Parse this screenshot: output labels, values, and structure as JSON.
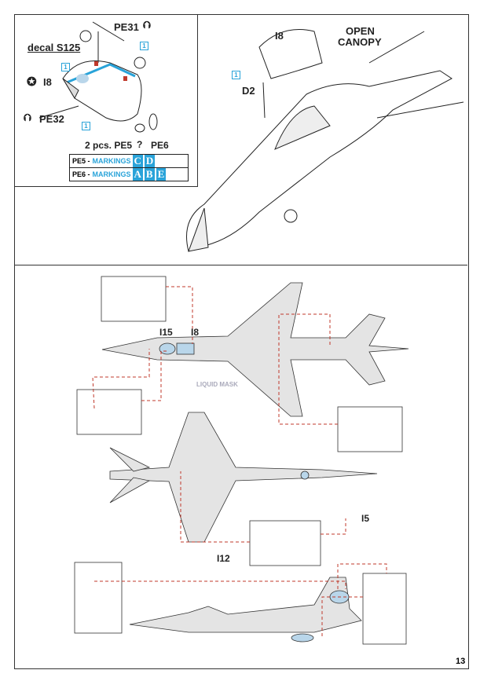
{
  "detail": {
    "pe31": "PE31",
    "decal": "decal S125",
    "i8": "I8",
    "pe32": "PE32",
    "callout": "1",
    "pcs": "2 pcs. PE5",
    "pe6": "PE6",
    "markings": [
      {
        "part": "PE5 -",
        "label": "MARKINGS",
        "letters": [
          "C",
          "D"
        ]
      },
      {
        "part": "PE6 -",
        "label": "MARKINGS",
        "letters": [
          "A",
          "B",
          "E"
        ]
      }
    ]
  },
  "canopy": {
    "i8": "I8",
    "open": "OPEN",
    "canopy": "CANOPY",
    "d2": "D2",
    "callout": "1"
  },
  "masking": {
    "i15": "I15",
    "i8": "I8",
    "liquid_mask": "LIQUID MASK",
    "i5": "I5",
    "i12": "I12"
  },
  "page_number": "13",
  "colors": {
    "accent": "#29a3d9",
    "mask": "#b9d6ea",
    "leader": "#c0392b"
  }
}
